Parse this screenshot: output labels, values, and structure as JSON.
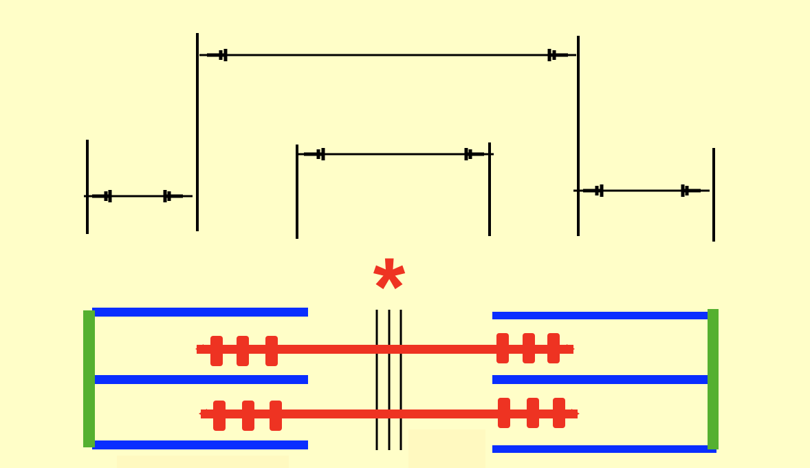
{
  "diagram": {
    "colors": {
      "background": "#FFFEC8",
      "bracket_lines": "#000000",
      "thin_filaments": "#0A2EFF",
      "thick_filaments": "#EE3322",
      "z_discs": "#55B030",
      "asterisk": "#EE3322",
      "faint_patch": "#FFF9C0"
    },
    "bands_shown": 4,
    "thin_filament_count": 6,
    "thick_filament_count": 2,
    "asterisk": {
      "text": "*"
    }
  }
}
